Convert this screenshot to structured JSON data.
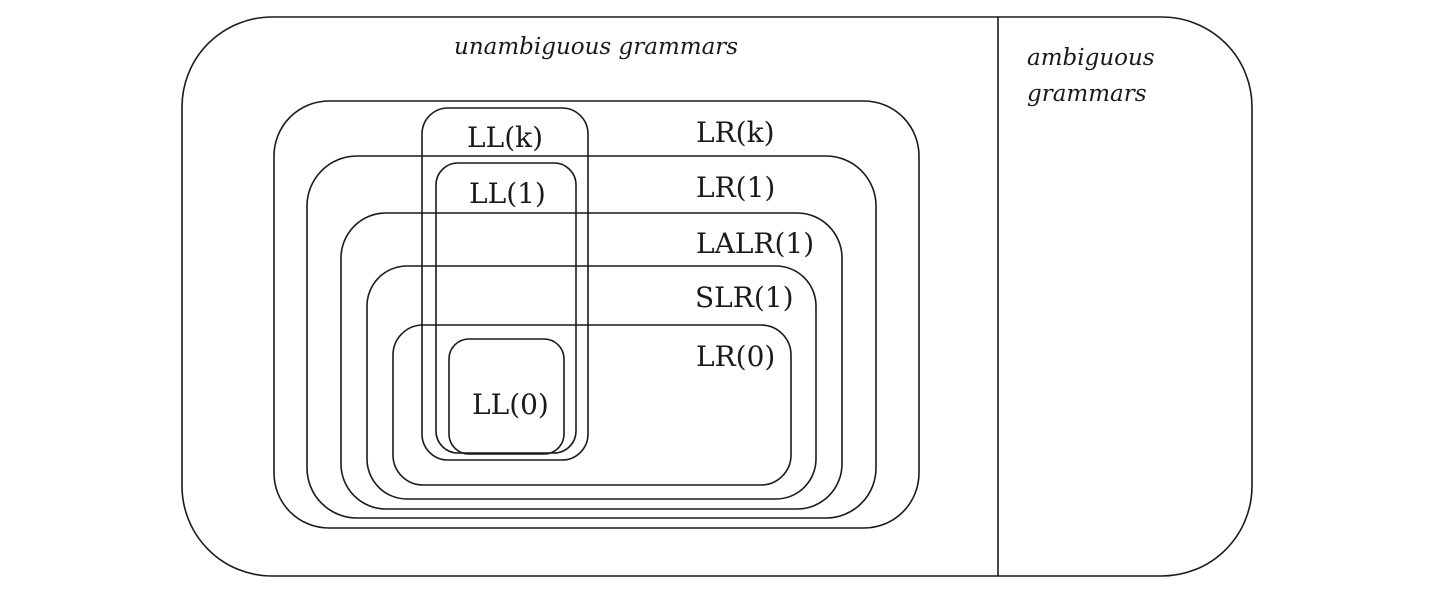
{
  "outer": {
    "unambiguous_label": "unambiguous grammars",
    "ambiguous_label_line1": "ambiguous",
    "ambiguous_label_line2": "grammars"
  },
  "classes": {
    "lr_k": "LR(k)",
    "lr_1": "LR(1)",
    "lalr_1": "LALR(1)",
    "slr_1": "SLR(1)",
    "lr_0": "LR(0)",
    "ll_k": "LL(k)",
    "ll_1": "LL(1)",
    "ll_0": "LL(0)"
  }
}
